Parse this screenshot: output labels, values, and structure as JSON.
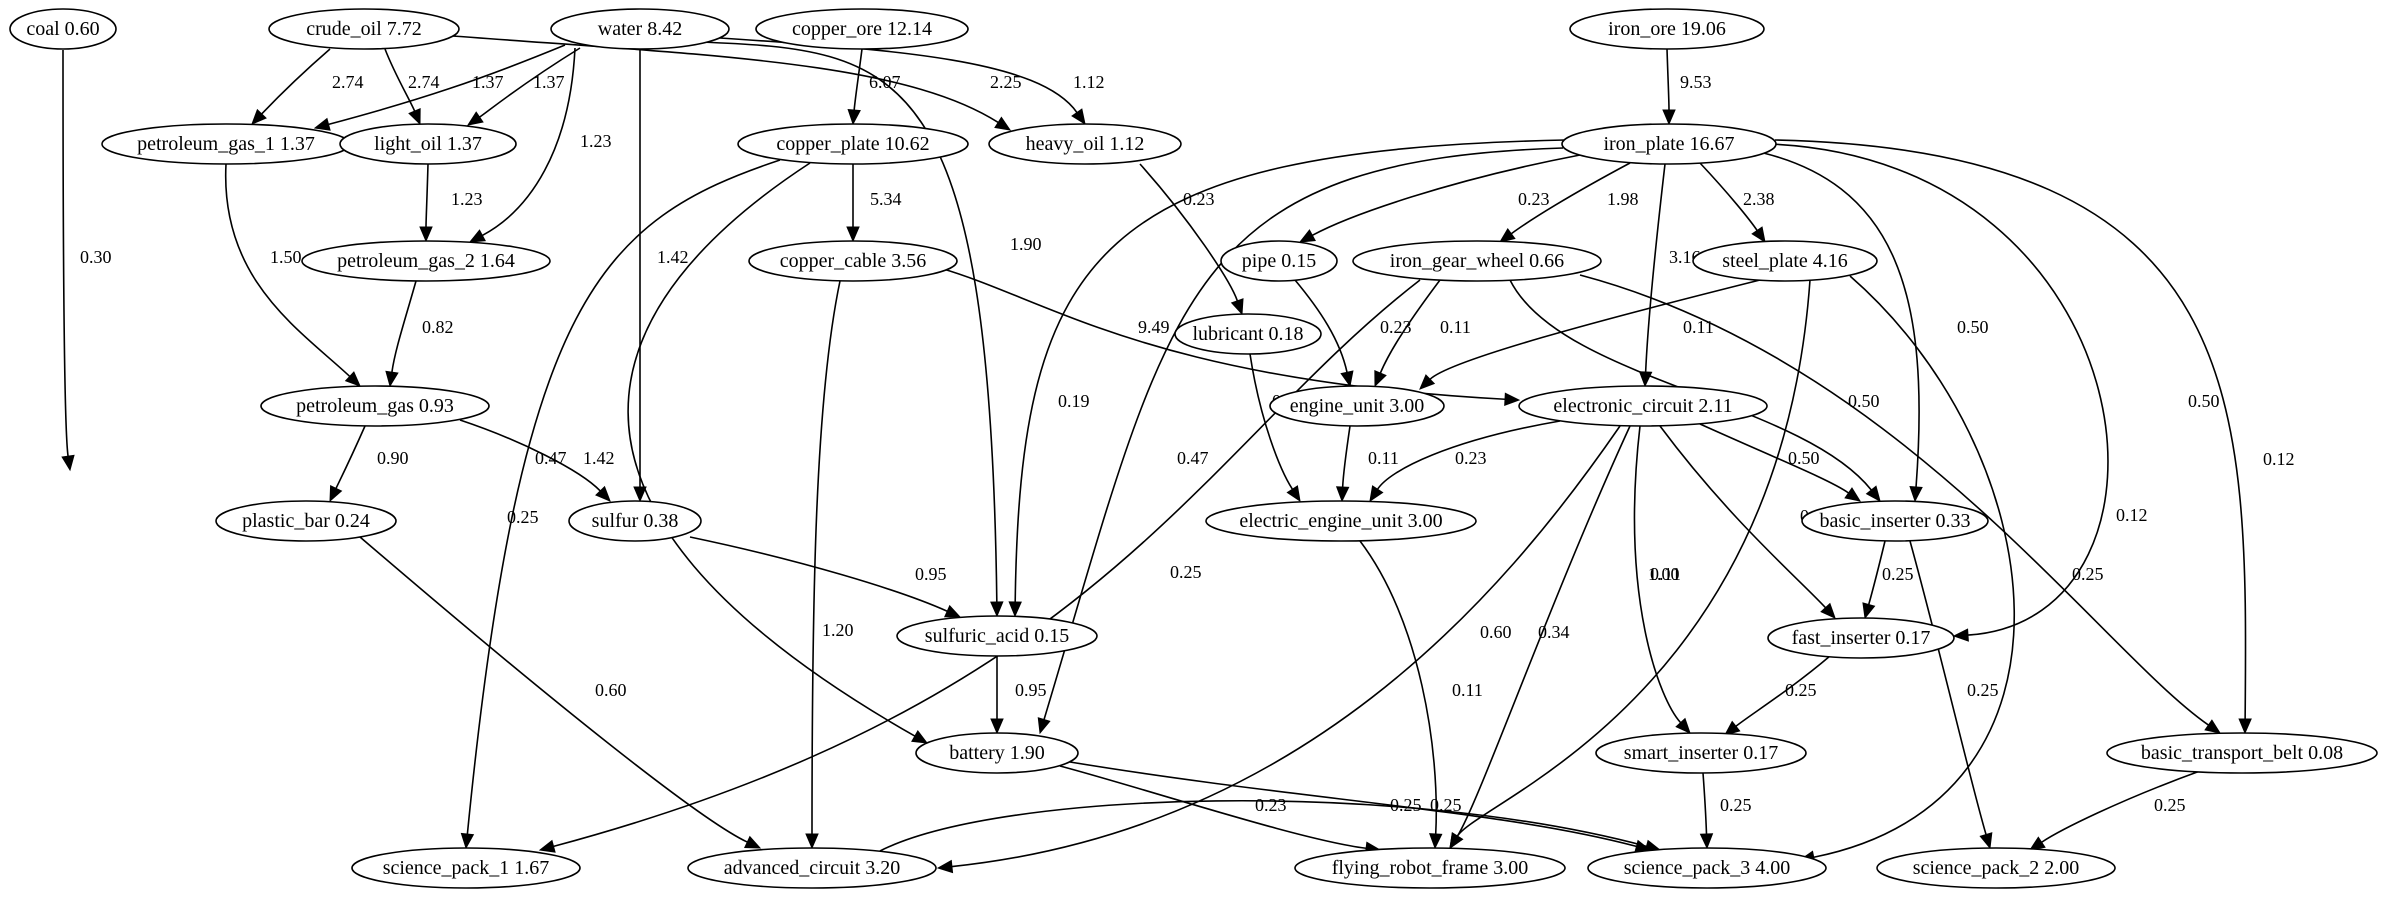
{
  "nodes": [
    {
      "id": "coal",
      "label": "coal 0.60"
    },
    {
      "id": "crude_oil",
      "label": "crude_oil 7.72"
    },
    {
      "id": "water",
      "label": "water 8.42"
    },
    {
      "id": "copper_ore",
      "label": "copper_ore 12.14"
    },
    {
      "id": "iron_ore",
      "label": "iron_ore 19.06"
    },
    {
      "id": "petroleum_gas_1",
      "label": "petroleum_gas_1 1.37"
    },
    {
      "id": "light_oil",
      "label": "light_oil 1.37"
    },
    {
      "id": "copper_plate",
      "label": "copper_plate 10.62"
    },
    {
      "id": "heavy_oil",
      "label": "heavy_oil 1.12"
    },
    {
      "id": "iron_plate",
      "label": "iron_plate 16.67"
    },
    {
      "id": "petroleum_gas_2",
      "label": "petroleum_gas_2 1.64"
    },
    {
      "id": "copper_cable",
      "label": "copper_cable 3.56"
    },
    {
      "id": "pipe",
      "label": "pipe 0.15"
    },
    {
      "id": "iron_gear_wheel",
      "label": "iron_gear_wheel 0.66"
    },
    {
      "id": "steel_plate",
      "label": "steel_plate 4.16"
    },
    {
      "id": "lubricant",
      "label": "lubricant 0.18"
    },
    {
      "id": "petroleum_gas",
      "label": "petroleum_gas 0.93"
    },
    {
      "id": "engine_unit",
      "label": "engine_unit 3.00"
    },
    {
      "id": "electronic_circuit",
      "label": "electronic_circuit 2.11"
    },
    {
      "id": "plastic_bar",
      "label": "plastic_bar 0.24"
    },
    {
      "id": "sulfur",
      "label": "sulfur 0.38"
    },
    {
      "id": "electric_engine_unit",
      "label": "electric_engine_unit 3.00"
    },
    {
      "id": "basic_inserter",
      "label": "basic_inserter 0.33"
    },
    {
      "id": "sulfuric_acid",
      "label": "sulfuric_acid 0.15"
    },
    {
      "id": "fast_inserter",
      "label": "fast_inserter 0.17"
    },
    {
      "id": "battery",
      "label": "battery 1.90"
    },
    {
      "id": "smart_inserter",
      "label": "smart_inserter 0.17"
    },
    {
      "id": "basic_transport_belt",
      "label": "basic_transport_belt 0.08"
    },
    {
      "id": "science_pack_1",
      "label": "science_pack_1 1.67"
    },
    {
      "id": "advanced_circuit",
      "label": "advanced_circuit 3.20"
    },
    {
      "id": "flying_robot_frame",
      "label": "flying_robot_frame 3.00"
    },
    {
      "id": "science_pack_3",
      "label": "science_pack_3 4.00"
    },
    {
      "id": "science_pack_2",
      "label": "science_pack_2 2.00"
    }
  ],
  "edges": [
    {
      "from": "coal",
      "to": "plastic_bar",
      "label": "0.30"
    },
    {
      "from": "crude_oil",
      "to": "petroleum_gas_1",
      "label": "2.74"
    },
    {
      "from": "crude_oil",
      "to": "light_oil",
      "label": "2.74"
    },
    {
      "from": "crude_oil",
      "to": "heavy_oil",
      "label": "2.25"
    },
    {
      "from": "water",
      "to": "petroleum_gas_1",
      "label": "1.37"
    },
    {
      "from": "water",
      "to": "light_oil",
      "label": "1.37"
    },
    {
      "from": "water",
      "to": "petroleum_gas_2",
      "label": "1.23"
    },
    {
      "from": "water",
      "to": "sulfur",
      "label": "1.42"
    },
    {
      "from": "water",
      "to": "sulfuric_acid",
      "label": "1.90"
    },
    {
      "from": "water",
      "to": "heavy_oil",
      "label": "1.12"
    },
    {
      "from": "copper_ore",
      "to": "copper_plate",
      "label": "6.07"
    },
    {
      "from": "iron_ore",
      "to": "iron_plate",
      "label": "9.53"
    },
    {
      "from": "petroleum_gas_1",
      "to": "petroleum_gas",
      "label": "1.50"
    },
    {
      "from": "light_oil",
      "to": "petroleum_gas_2",
      "label": "1.23"
    },
    {
      "from": "petroleum_gas_2",
      "to": "petroleum_gas",
      "label": "0.82"
    },
    {
      "from": "copper_plate",
      "to": "copper_cable",
      "label": "5.34"
    },
    {
      "from": "copper_plate",
      "to": "science_pack_1",
      "label": "0.25"
    },
    {
      "from": "copper_plate",
      "to": "battery",
      "label": "0.47"
    },
    {
      "from": "heavy_oil",
      "to": "lubricant",
      "label": "0.23"
    },
    {
      "from": "iron_plate",
      "to": "pipe",
      "label": "0.23"
    },
    {
      "from": "iron_plate",
      "to": "iron_gear_wheel",
      "label": "1.98"
    },
    {
      "from": "iron_plate",
      "to": "steel_plate",
      "label": "2.38"
    },
    {
      "from": "iron_plate",
      "to": "electronic_circuit",
      "label": "3.16"
    },
    {
      "from": "iron_plate",
      "to": "basic_inserter",
      "label": "0.50"
    },
    {
      "from": "iron_plate",
      "to": "fast_inserter",
      "label": "0.50"
    },
    {
      "from": "iron_plate",
      "to": "basic_transport_belt",
      "label": "0.12"
    },
    {
      "from": "iron_plate",
      "to": "sulfuric_acid",
      "label": "0.19"
    },
    {
      "from": "iron_plate",
      "to": "battery",
      "label": "0.47"
    },
    {
      "from": "copper_cable",
      "to": "electronic_circuit",
      "label": "9.49"
    },
    {
      "from": "copper_cable",
      "to": "advanced_circuit",
      "label": "1.20"
    },
    {
      "from": "pipe",
      "to": "engine_unit",
      "label": "0.23"
    },
    {
      "from": "iron_gear_wheel",
      "to": "engine_unit",
      "label": "0.11"
    },
    {
      "from": "iron_gear_wheel",
      "to": "basic_inserter",
      "label": "0.50"
    },
    {
      "from": "iron_gear_wheel",
      "to": "basic_transport_belt",
      "label": "0.12"
    },
    {
      "from": "iron_gear_wheel",
      "to": "science_pack_1",
      "label": "0.25"
    },
    {
      "from": "steel_plate",
      "to": "engine_unit",
      "label": "0.11"
    },
    {
      "from": "steel_plate",
      "to": "flying_robot_frame",
      "label": "0.11"
    },
    {
      "from": "steel_plate",
      "to": "science_pack_3",
      "label": "0.25"
    },
    {
      "from": "lubricant",
      "to": "electric_engine_unit",
      "label": "0.23"
    },
    {
      "from": "petroleum_gas",
      "to": "plastic_bar",
      "label": "0.90"
    },
    {
      "from": "petroleum_gas",
      "to": "sulfur",
      "label": "1.42"
    },
    {
      "from": "engine_unit",
      "to": "electric_engine_unit",
      "label": "0.11"
    },
    {
      "from": "electronic_circuit",
      "to": "electric_engine_unit",
      "label": "0.23"
    },
    {
      "from": "electronic_circuit",
      "to": "basic_inserter",
      "label": "0.50"
    },
    {
      "from": "electronic_circuit",
      "to": "fast_inserter",
      "label": "0.50"
    },
    {
      "from": "electronic_circuit",
      "to": "smart_inserter",
      "label": "1.00"
    },
    {
      "from": "electronic_circuit",
      "to": "advanced_circuit",
      "label": "0.60"
    },
    {
      "from": "electronic_circuit",
      "to": "flying_robot_frame",
      "label": "0.34"
    },
    {
      "from": "plastic_bar",
      "to": "advanced_circuit",
      "label": "0.60"
    },
    {
      "from": "sulfur",
      "to": "sulfuric_acid",
      "label": "0.95"
    },
    {
      "from": "electric_engine_unit",
      "to": "flying_robot_frame",
      "label": "0.11"
    },
    {
      "from": "basic_inserter",
      "to": "fast_inserter",
      "label": "0.25"
    },
    {
      "from": "basic_inserter",
      "to": "science_pack_2",
      "label": "0.25"
    },
    {
      "from": "sulfuric_acid",
      "to": "battery",
      "label": "0.95"
    },
    {
      "from": "fast_inserter",
      "to": "smart_inserter",
      "label": "0.25"
    },
    {
      "from": "battery",
      "to": "flying_robot_frame",
      "label": "0.23"
    },
    {
      "from": "battery",
      "to": "science_pack_3",
      "label": "0.25"
    },
    {
      "from": "smart_inserter",
      "to": "science_pack_3",
      "label": "0.25"
    },
    {
      "from": "basic_transport_belt",
      "to": "science_pack_2",
      "label": "0.25"
    },
    {
      "from": "advanced_circuit",
      "to": "science_pack_3",
      "label": "0.25"
    }
  ]
}
